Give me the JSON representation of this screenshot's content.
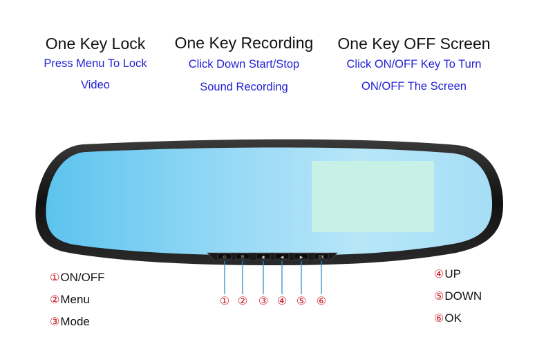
{
  "features": [
    {
      "title": "One Key Lock",
      "lines": [
        "Press Menu To Lock",
        "Video"
      ]
    },
    {
      "title": "One Key Recording",
      "lines": [
        "Click Down Start/Stop",
        "Sound Recording"
      ]
    },
    {
      "title": "One Key OFF Screen",
      "lines": [
        "Click ON/OFF Key To Turn",
        "ON/OFF The Screen"
      ]
    }
  ],
  "mirror_buttons": [
    {
      "glyph": "⏻",
      "icon": "power-icon"
    },
    {
      "glyph": "☰",
      "icon": "menu-icon"
    },
    {
      "glyph": "◉",
      "icon": "mode-icon"
    },
    {
      "glyph": "◀",
      "icon": "up-icon"
    },
    {
      "glyph": "▶",
      "icon": "down-icon"
    },
    {
      "glyph": "OK",
      "icon": "ok-icon"
    }
  ],
  "button_numbers": [
    "①",
    "②",
    "③",
    "④",
    "⑤",
    "⑥"
  ],
  "legend_left": [
    {
      "num": "①",
      "label": "ON/OFF"
    },
    {
      "num": "②",
      "label": "Menu"
    },
    {
      "num": "③",
      "label": "Mode"
    }
  ],
  "legend_right": [
    {
      "num": "④",
      "label": "UP"
    },
    {
      "num": "⑤",
      "label": "DOWN"
    },
    {
      "num": "⑥",
      "label": "OK"
    }
  ],
  "colors": {
    "title": "#111111",
    "description": "#1f1fd6",
    "number": "#c9141c",
    "glass": "#8fd8f5"
  }
}
